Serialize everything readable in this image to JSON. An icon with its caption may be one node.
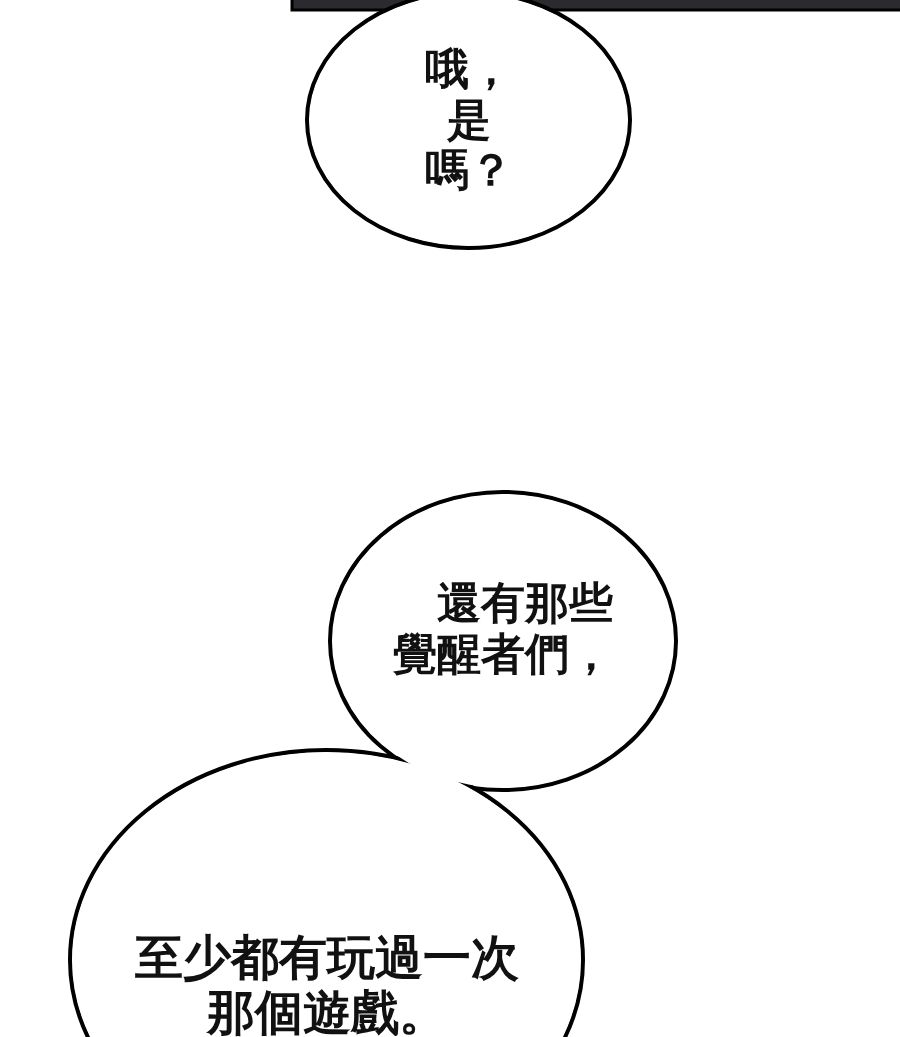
{
  "diagram": {
    "nodes": [
      {
        "text": [
          "哦，是嗎？"
        ]
      },
      {
        "text": [
          "還有那些覺醒者們，"
        ]
      },
      {
        "text": [
          "至少都有玩過一次那個遊戲。"
        ]
      }
    ]
  }
}
